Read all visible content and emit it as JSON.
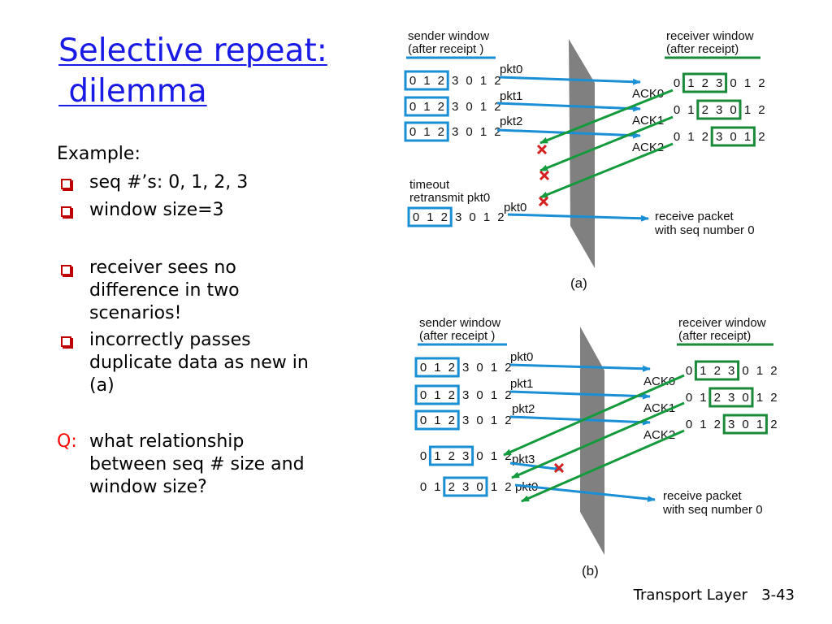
{
  "slide": {
    "title_line1": "Selective repeat:",
    "title_line2": " dilemma",
    "example_label": "Example:",
    "bullets_top": [
      "seq #’s: 0, 1, 2, 3",
      "window size=3"
    ],
    "bullets_mid": [
      [
        "receiver sees no",
        "difference in two",
        "scenarios!"
      ],
      [
        "incorrectly passes",
        "duplicate data as new in",
        "(a)"
      ]
    ],
    "question_prefix": "Q:",
    "question_lines": [
      "what relationship",
      "between seq # size and",
      "window size?"
    ],
    "footer_section": "Transport Layer",
    "footer_page": "3-43"
  },
  "diagram": {
    "colors": {
      "sender_box": "#1a8fd6",
      "receiver_box": "#1a8a3a",
      "pkt_arrow": "#1a8fd6",
      "ack_arrow": "#149a3c",
      "loss_mark": "#d62020",
      "medium": "#808080"
    },
    "a": {
      "sender_header": [
        "sender window",
        "(after receipt )"
      ],
      "receiver_header": [
        "receiver window",
        "(after receipt)"
      ],
      "sender_rows": [
        "0 1 2 3 0 1 2",
        "0 1 2 3 0 1 2",
        "0 1 2 3 0 1 2"
      ],
      "receiver_rows": [
        "0 1 2 3 0 1 2",
        "0 1 2 3 0 1 2",
        "0 1 2 3 0 1 2"
      ],
      "pkt_labels": [
        "pkt0",
        "pkt1",
        "pkt2"
      ],
      "ack_labels": [
        "ACK0",
        "ACK1",
        "ACK2"
      ],
      "timeout_label": [
        "timeout",
        "retransmit pkt0"
      ],
      "retransmit_row": "0 1 2 3 0 1 2",
      "retransmit_pkt_label": "pkt0",
      "receive_label": [
        "receive packet",
        "with seq number 0"
      ],
      "caption": "(a)"
    },
    "b": {
      "sender_header": [
        "sender window",
        "(after receipt )"
      ],
      "receiver_header": [
        "receiver window",
        "(after receipt)"
      ],
      "sender_rows": [
        "0 1 2 3 0 1 2",
        "0 1 2 3 0 1 2",
        "0 1 2 3 0 1 2",
        "0 1 2 3 0 1 2",
        "0 1 2 3 0 1 2"
      ],
      "receiver_rows": [
        "0 1 2 3 0 1 2",
        "0 1 2 3 0 1 2",
        "0 1 2 3 0 1 2"
      ],
      "pkt_labels": [
        "pkt0",
        "pkt1",
        "pkt2",
        "pkt3",
        "pkt0"
      ],
      "ack_labels": [
        "ACK0",
        "ACK1",
        "ACK2"
      ],
      "receive_label": [
        "receive packet",
        "with seq number 0"
      ],
      "caption": "(b)"
    }
  }
}
